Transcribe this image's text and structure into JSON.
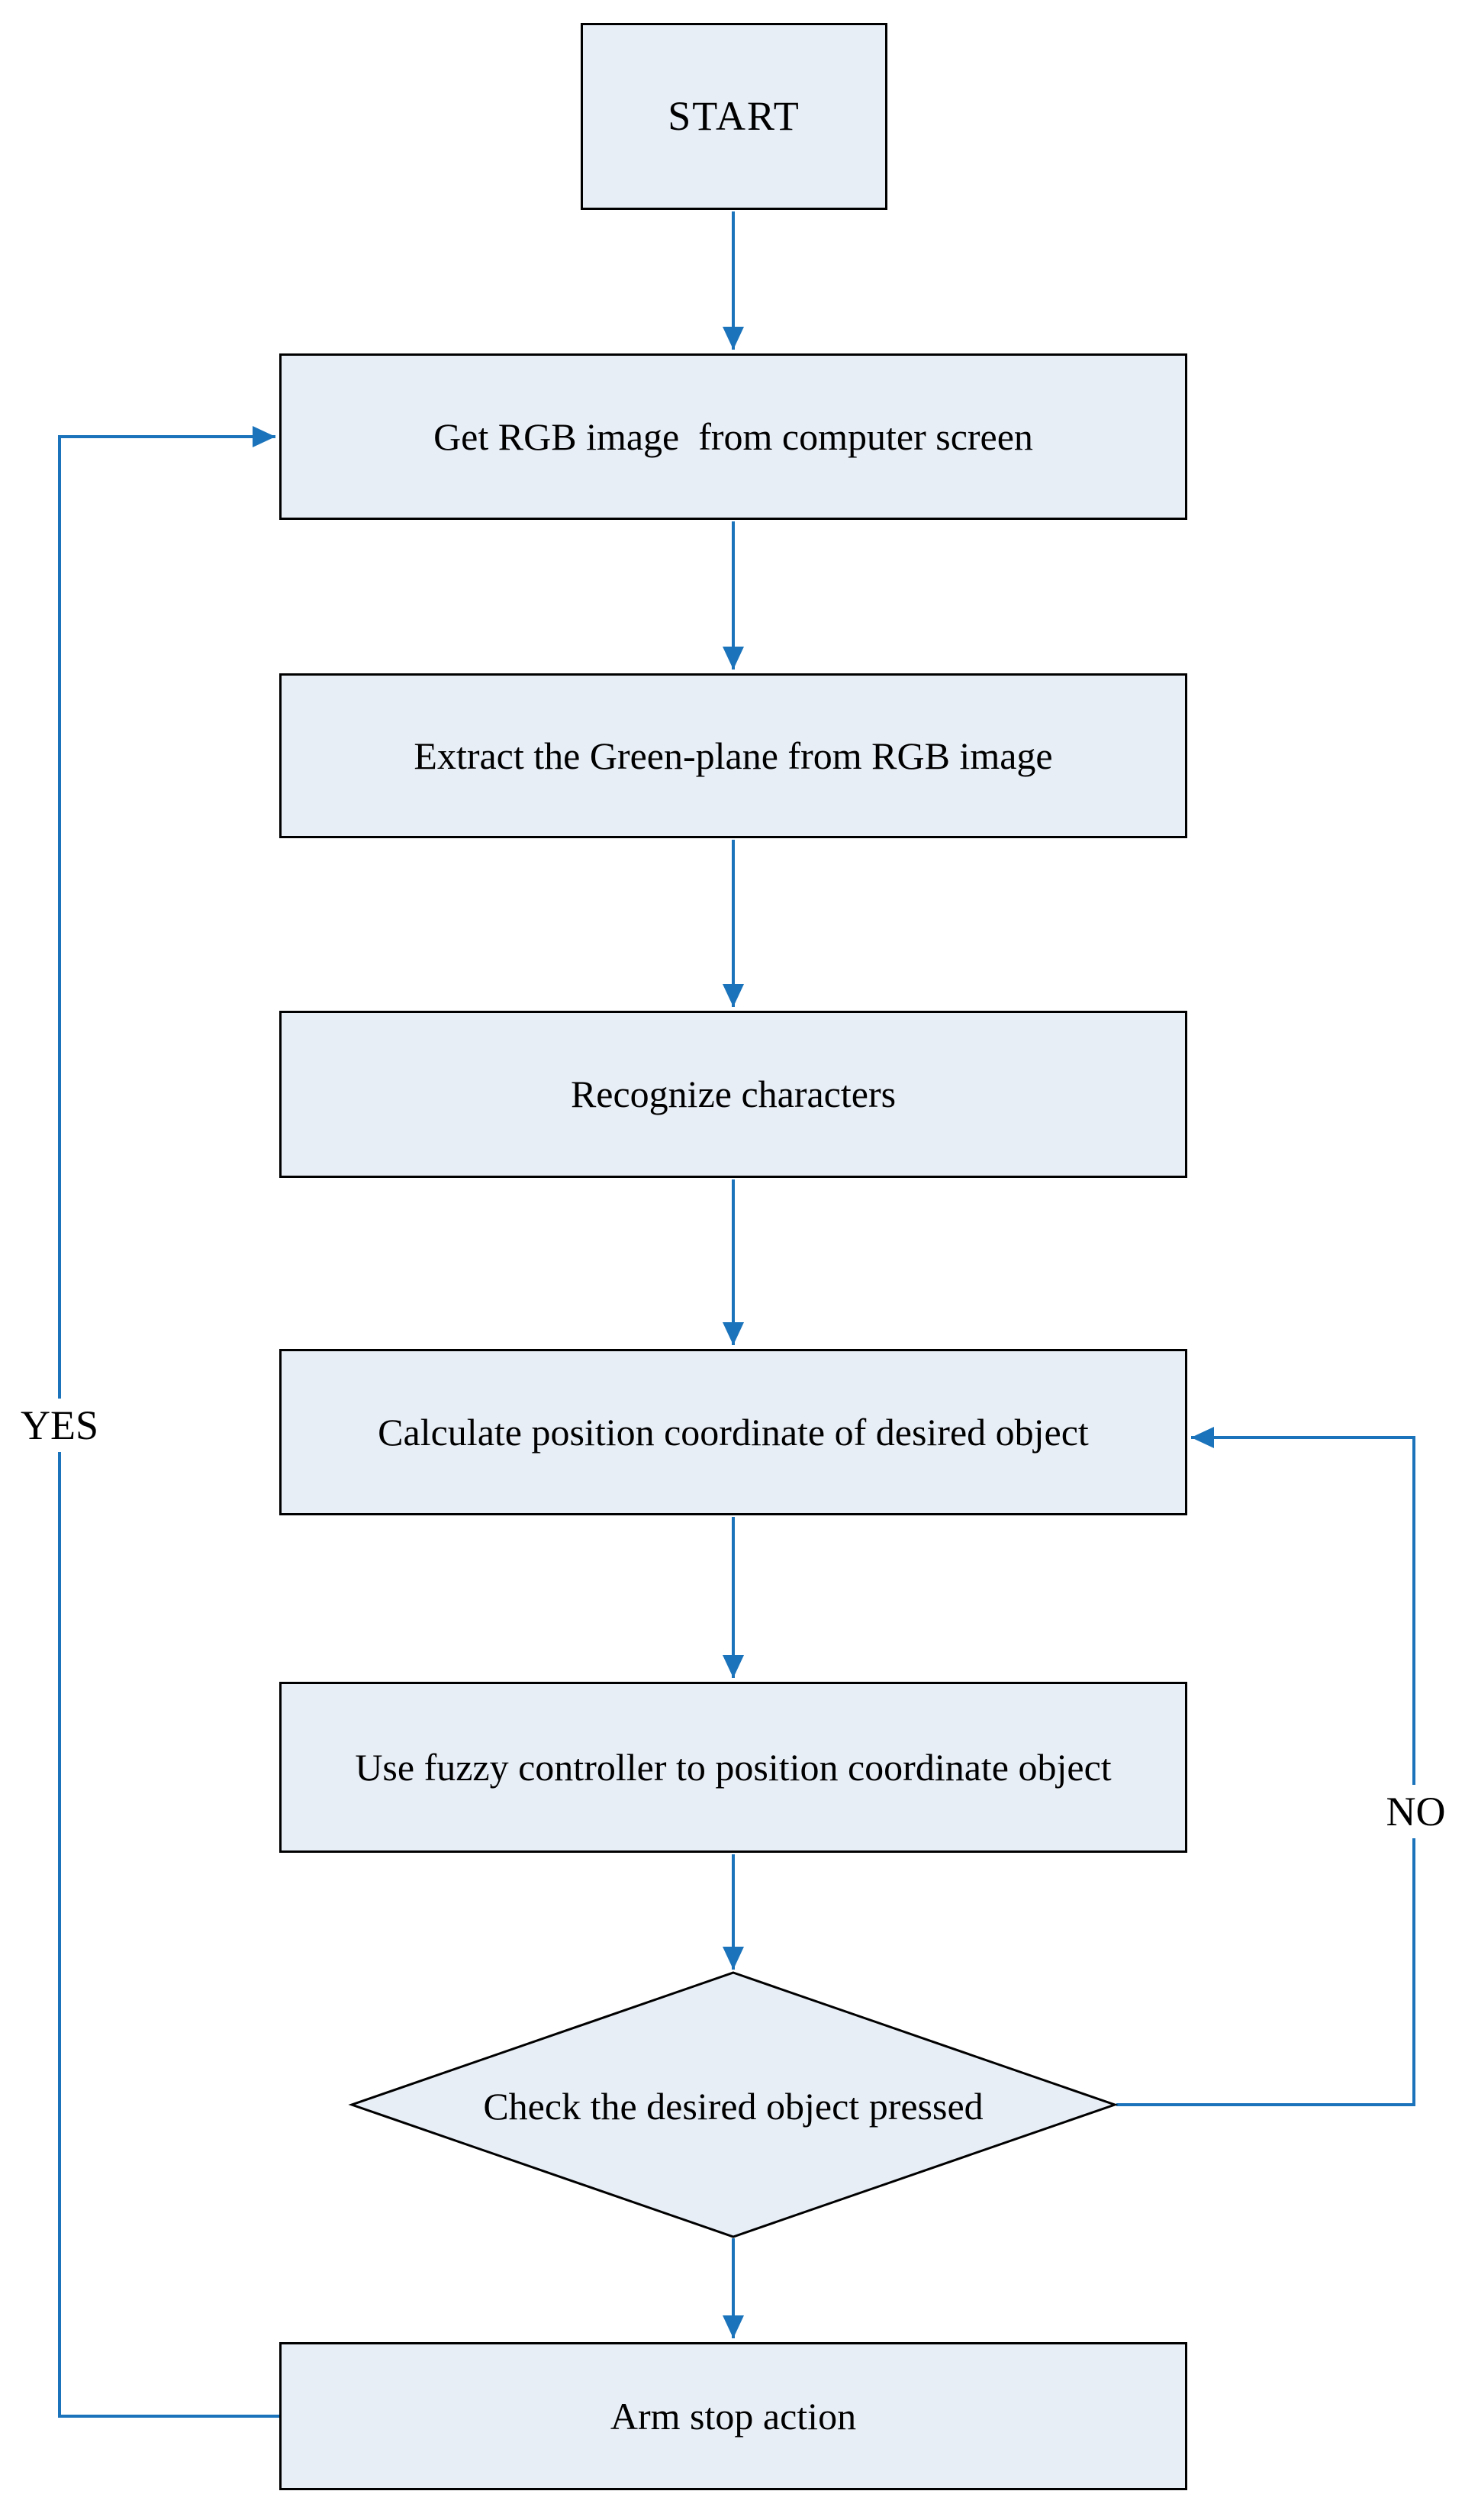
{
  "diagram": {
    "type": "flowchart",
    "title": "",
    "colors": {
      "node_fill": "#e8eef6",
      "node_border": "#000000",
      "arrow": "#1b74bb",
      "text": "#000000",
      "background": "#ffffff"
    },
    "nodes": {
      "start": {
        "shape": "rectangle",
        "label": "START"
      },
      "get_rgb": {
        "shape": "rectangle",
        "label": "Get RGB image  from computer screen"
      },
      "extract": {
        "shape": "rectangle",
        "label": "Extract the Green-plane from RGB image"
      },
      "recognize": {
        "shape": "rectangle",
        "label": "Recognize characters"
      },
      "calculate": {
        "shape": "rectangle",
        "label": "Calculate position coordinate of desired object"
      },
      "fuzzy": {
        "shape": "rectangle",
        "label": "Use fuzzy controller to position coordinate object"
      },
      "decision": {
        "shape": "diamond",
        "label": "Check the desired object pressed"
      },
      "arm_stop": {
        "shape": "rectangle",
        "label": "Arm stop action"
      }
    },
    "edges": [
      {
        "from": "start",
        "to": "get_rgb",
        "label": ""
      },
      {
        "from": "get_rgb",
        "to": "extract",
        "label": ""
      },
      {
        "from": "extract",
        "to": "recognize",
        "label": ""
      },
      {
        "from": "recognize",
        "to": "calculate",
        "label": ""
      },
      {
        "from": "calculate",
        "to": "fuzzy",
        "label": ""
      },
      {
        "from": "fuzzy",
        "to": "decision",
        "label": ""
      },
      {
        "from": "decision",
        "to": "arm_stop",
        "label": ""
      },
      {
        "from": "arm_stop",
        "to": "get_rgb",
        "label": "YES"
      },
      {
        "from": "decision",
        "to": "calculate",
        "label": "NO"
      }
    ]
  }
}
